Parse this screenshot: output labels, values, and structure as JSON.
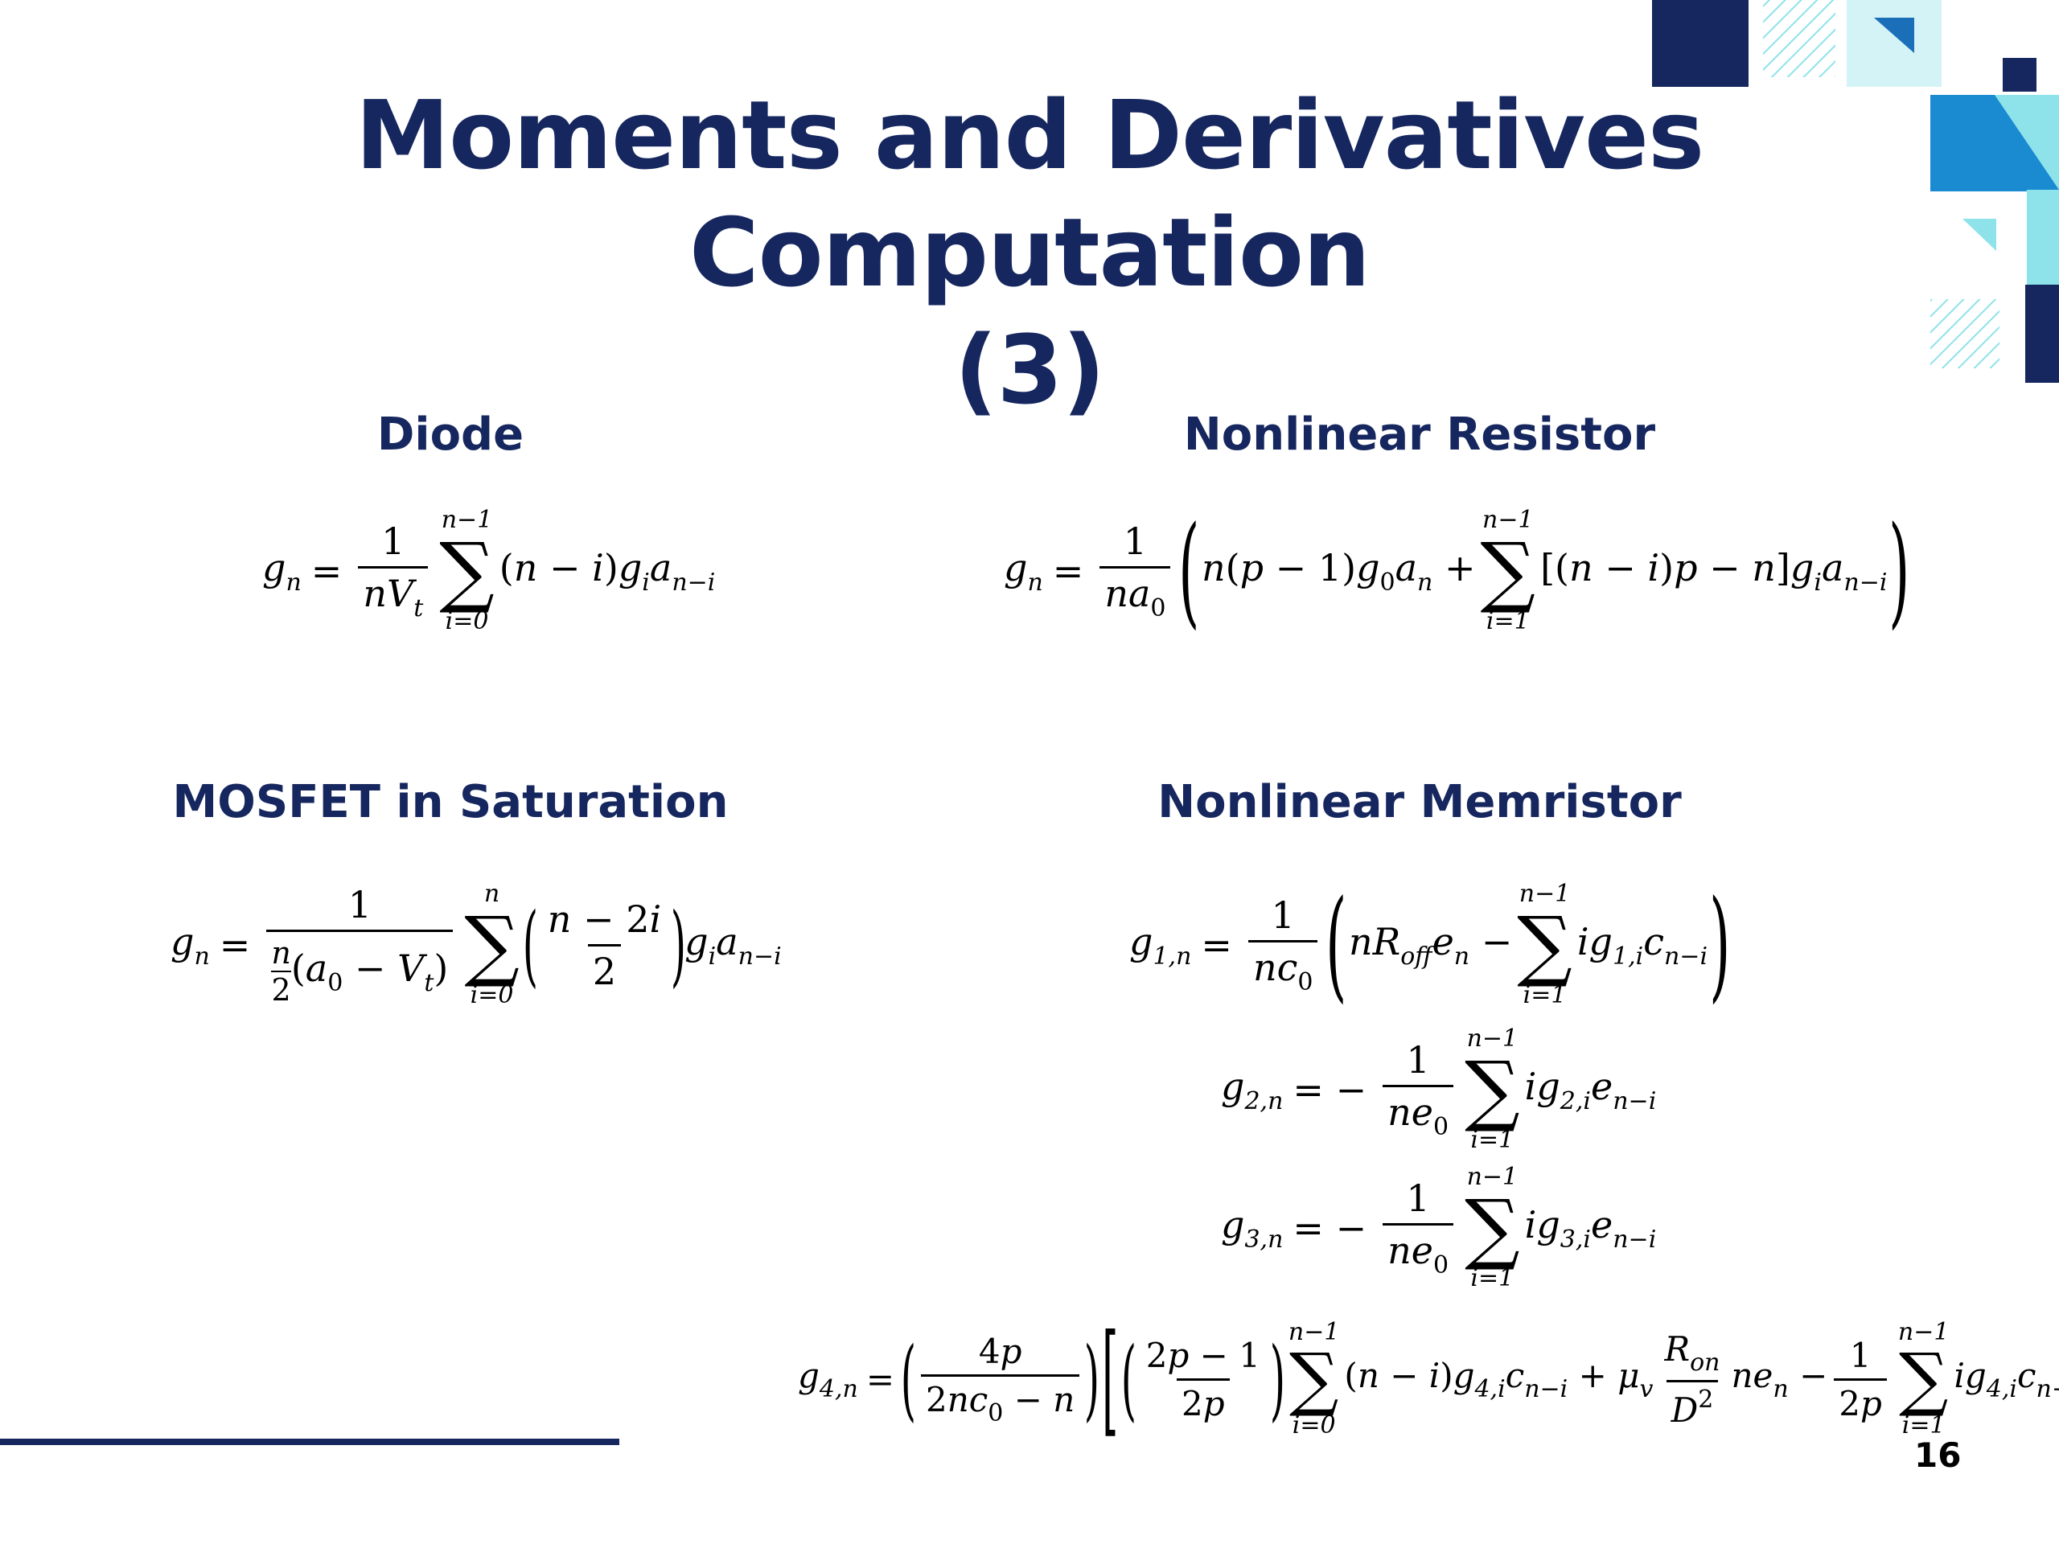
{
  "slide": {
    "title_line1": "Moments and Derivatives Computation",
    "title_line2": "(3)",
    "page_number": "16"
  },
  "sections": {
    "diode": "Diode",
    "resistor": "Nonlinear Resistor",
    "mosfet": "MOSFET in Saturation",
    "memristor": "Nonlinear Memristor"
  },
  "colors": {
    "title": "#16275f",
    "accent_dark": "#16275f",
    "accent_blue": "#1a8bd1",
    "accent_light": "#8ee3ea"
  }
}
